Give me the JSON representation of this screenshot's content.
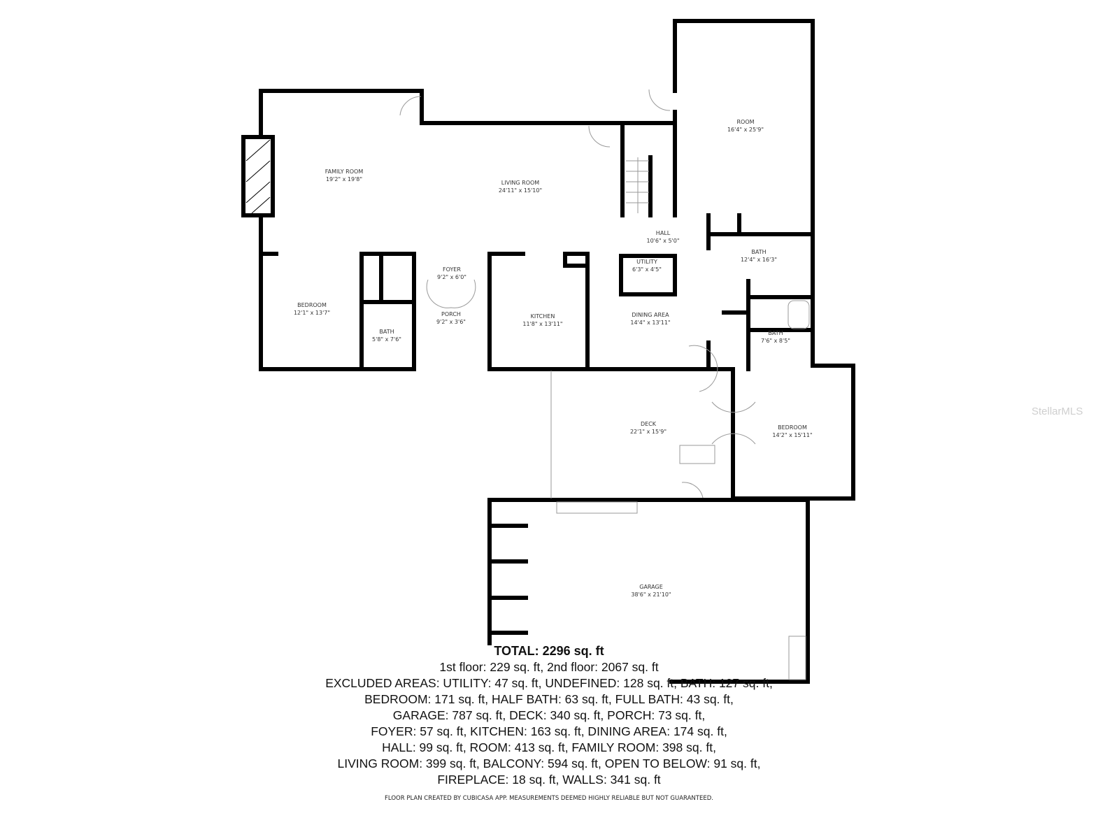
{
  "rooms": [
    {
      "name": "FAMILY ROOM",
      "size": "19'2\" x 19'8\""
    },
    {
      "name": "LIVING ROOM",
      "size": "24'11\" x 15'10\""
    },
    {
      "name": "ROOM",
      "size": "16'4\" x 25'9\""
    },
    {
      "name": "HALL",
      "size": "10'6\" x 5'0\""
    },
    {
      "name": "BATH",
      "size": "12'4\" x 16'3\""
    },
    {
      "name": "UTILITY",
      "size": "6'3\" x 4'5\""
    },
    {
      "name": "FOYER",
      "size": "9'2\" x 6'0\""
    },
    {
      "name": "BEDROOM",
      "size": "12'1\" x 13'7\""
    },
    {
      "name": "PORCH",
      "size": "9'2\" x 3'6\""
    },
    {
      "name": "KITCHEN",
      "size": "11'8\" x 13'11\""
    },
    {
      "name": "DINING AREA",
      "size": "14'4\" x 13'11\""
    },
    {
      "name": "BATH",
      "size": "5'8\" x 7'6\""
    },
    {
      "name": "BATH",
      "size": "7'6\" x 8'5\""
    },
    {
      "name": "DECK",
      "size": "22'1\" x 15'9\""
    },
    {
      "name": "BEDROOM",
      "size": "14'2\" x 15'11\""
    },
    {
      "name": "GARAGE",
      "size": "38'6\" x 21'10\""
    }
  ],
  "summary": {
    "total": "TOTAL: 2296 sq. ft",
    "lines": [
      "1st floor: 229 sq. ft, 2nd floor: 2067 sq. ft",
      "EXCLUDED AREAS: UTILITY: 47 sq. ft, UNDEFINED: 128 sq. ft, BATH: 127 sq. ft,",
      "BEDROOM: 171 sq. ft, HALF BATH: 63 sq. ft, FULL BATH: 43 sq. ft,",
      "GARAGE: 787 sq. ft, DECK: 340 sq. ft, PORCH: 73 sq. ft,",
      "FOYER: 57 sq. ft, KITCHEN: 163 sq. ft, DINING AREA: 174 sq. ft,",
      "HALL: 99 sq. ft, ROOM: 413 sq. ft, FAMILY ROOM: 398 sq. ft,",
      "LIVING ROOM: 399 sq. ft, BALCONY: 594 sq. ft, OPEN TO BELOW: 91 sq. ft,",
      "FIREPLACE: 18 sq. ft, WALLS: 341 sq. ft"
    ]
  },
  "footer": "FLOOR PLAN CREATED BY CUBICASA APP. MEASUREMENTS DEEMED HIGHLY RELIABLE BUT NOT GUARANTEED.",
  "watermark": "StellarMLS"
}
